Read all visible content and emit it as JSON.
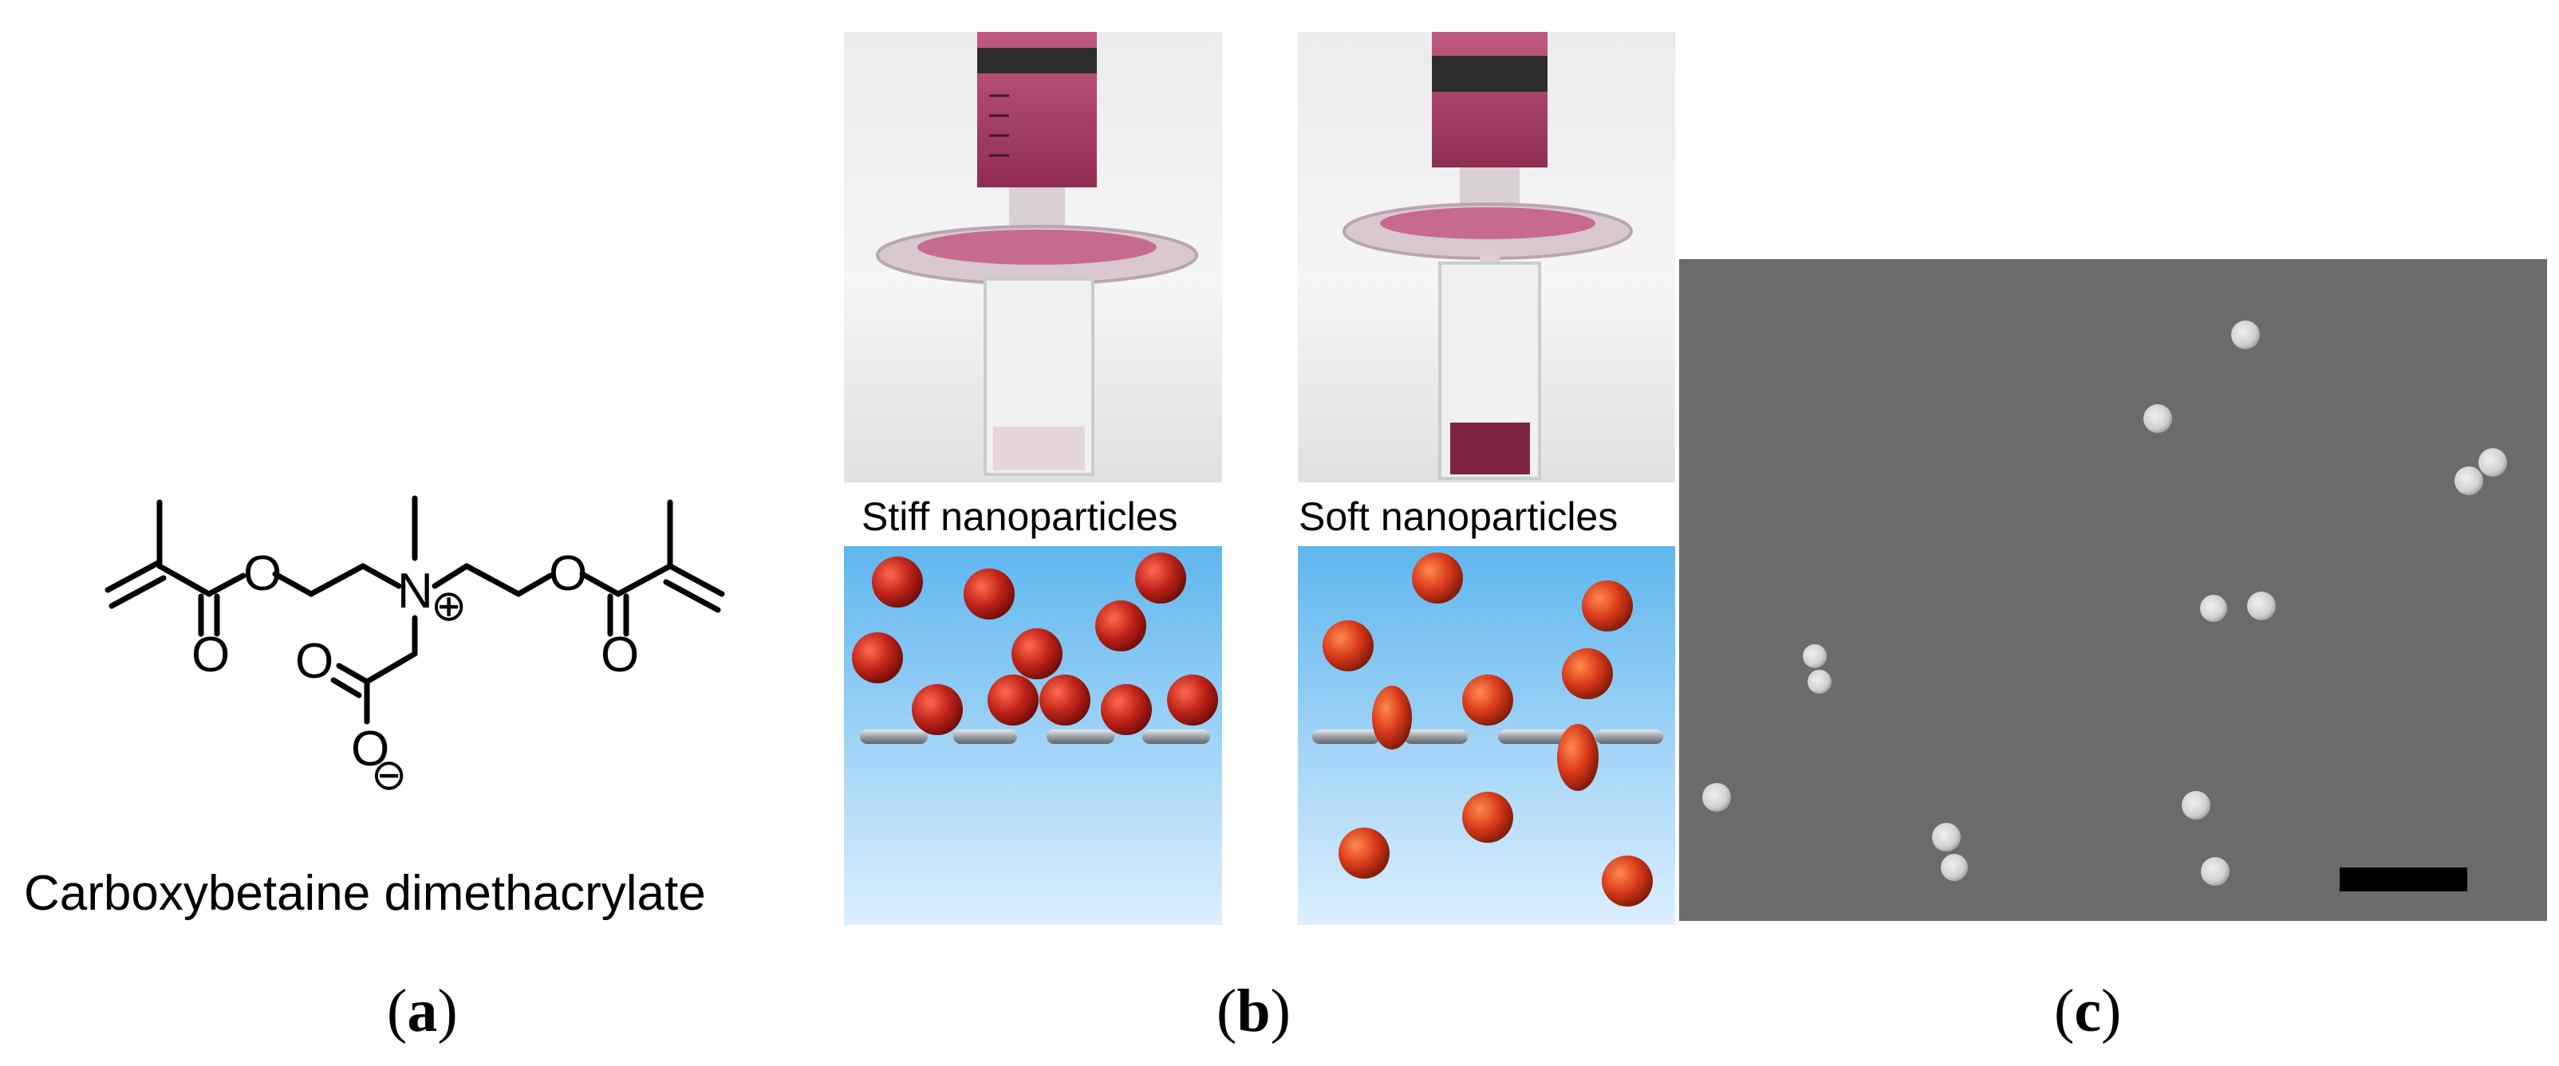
{
  "panel_a": {
    "molecule_name": "Carboxybetaine dimethacrylate",
    "letter": "a",
    "atoms": {
      "o_left_ester": "O",
      "o_left_carbonyl": "O",
      "n": "N",
      "n_charge": "⊕",
      "o_right_ester": "O",
      "o_right_carbonyl": "O",
      "o_carboxyl_double": "O",
      "o_carboxyl_single": "O",
      "o_charge": "⊖"
    }
  },
  "panel_b": {
    "letter": "b",
    "left_label": "Stiff nanoparticles",
    "right_label": "Soft nanoparticles",
    "colors": {
      "liquid": "#b0406a",
      "particle": "#c0241a",
      "membrane": "#a9aeb4",
      "water_top": "#5fb6ee",
      "water_bottom": "#dcefff"
    }
  },
  "panel_c": {
    "letter": "c",
    "colors": {
      "background": "#6b6b6b",
      "particle": "#d8d8d8",
      "scale_bar": "#000000"
    }
  }
}
